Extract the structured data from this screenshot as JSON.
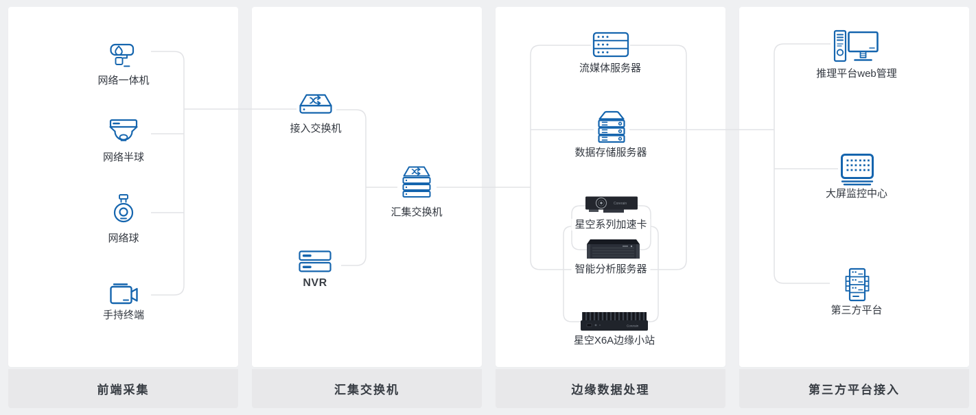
{
  "theme": {
    "background": "#eff0f2",
    "card_background": "#ffffff",
    "footer_background": "#e8e8ea",
    "accent_blue": "#1565ae",
    "wire_color": "#e2e3e6",
    "label_color": "#333840"
  },
  "columns": [
    {
      "footer": "前端采集",
      "items": [
        {
          "label": "网络一体机",
          "icon": "bullet-camera-icon"
        },
        {
          "label": "网络半球",
          "icon": "dome-camera-icon"
        },
        {
          "label": "网络球",
          "icon": "ptz-camera-icon"
        },
        {
          "label": "手持终端",
          "icon": "handheld-terminal-icon"
        }
      ]
    },
    {
      "footer": "汇集交换机",
      "items": [
        {
          "label": "接入交换机",
          "icon": "access-switch-icon"
        },
        {
          "label": "汇集交换机",
          "icon": "aggregation-switch-icon"
        },
        {
          "label": "NVR",
          "icon": "nvr-icon"
        }
      ]
    },
    {
      "footer": "边缘数据处理",
      "items": [
        {
          "label": "流媒体服务器",
          "icon": "streaming-server-icon"
        },
        {
          "label": "数据存储服务器",
          "icon": "storage-server-icon"
        },
        {
          "label": "星空系列加速卡",
          "icon": "accelerator-card-image"
        },
        {
          "label": "智能分析服务器",
          "icon": "analysis-server-image"
        },
        {
          "label": "星空X6A边缘小站",
          "icon": "edge-station-image"
        }
      ]
    },
    {
      "footer": "第三方平台接入",
      "items": [
        {
          "label": "推理平台web管理",
          "icon": "inference-web-icon"
        },
        {
          "label": "大屏监控中心",
          "icon": "video-wall-icon"
        },
        {
          "label": "第三方平台",
          "icon": "third-party-platform-icon"
        }
      ]
    }
  ],
  "images": {
    "brand_text": "Corerain"
  },
  "connections": [
    {
      "from": "前端采集",
      "to": "接入交换机"
    },
    {
      "from": "接入交换机",
      "to": "汇集交换机"
    },
    {
      "from": "NVR",
      "to": "汇集交换机"
    },
    {
      "from": "汇集交换机",
      "to": "边缘数据处理"
    },
    {
      "from": "边缘数据处理",
      "to": "第三方平台接入"
    }
  ]
}
